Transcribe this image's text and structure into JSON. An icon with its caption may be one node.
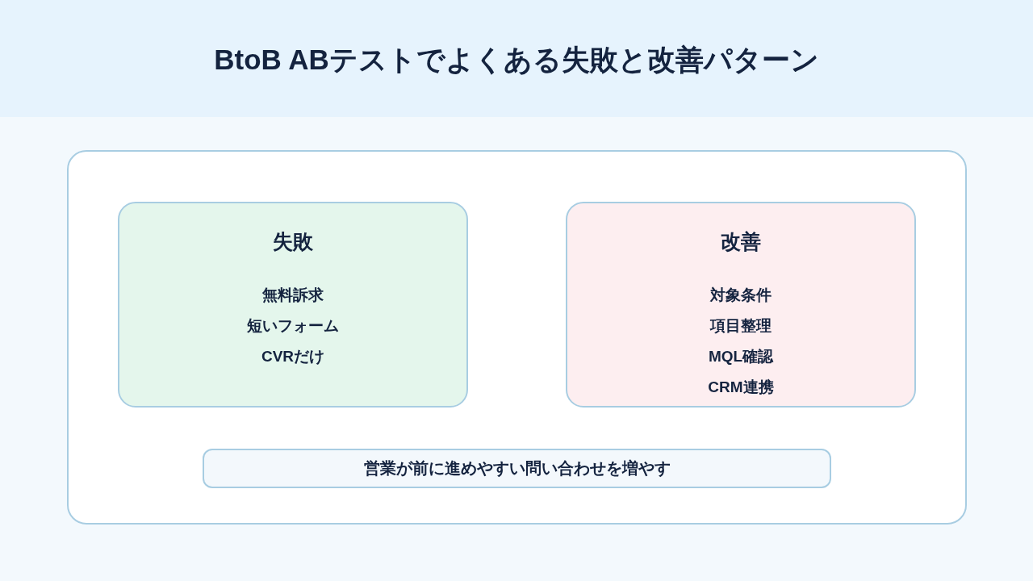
{
  "diagram": {
    "title": "BtoB ABテストでよくある失敗と改善パターン",
    "nodes": [
      {
        "text": [],
        "shape": "box"
      },
      {
        "text": [
          "失敗",
          "無料訴求",
          "短いフォーム",
          "CVRだけ"
        ],
        "in": 0
      },
      {
        "text": [
          "改善",
          "対象条件",
          "項目整理",
          "MQL確認",
          "CRM連携"
        ],
        "in": 0
      },
      {
        "text": [
          "営業が前に進めやすい問い合わせを増やす"
        ],
        "in": 0
      }
    ],
    "edges": []
  }
}
